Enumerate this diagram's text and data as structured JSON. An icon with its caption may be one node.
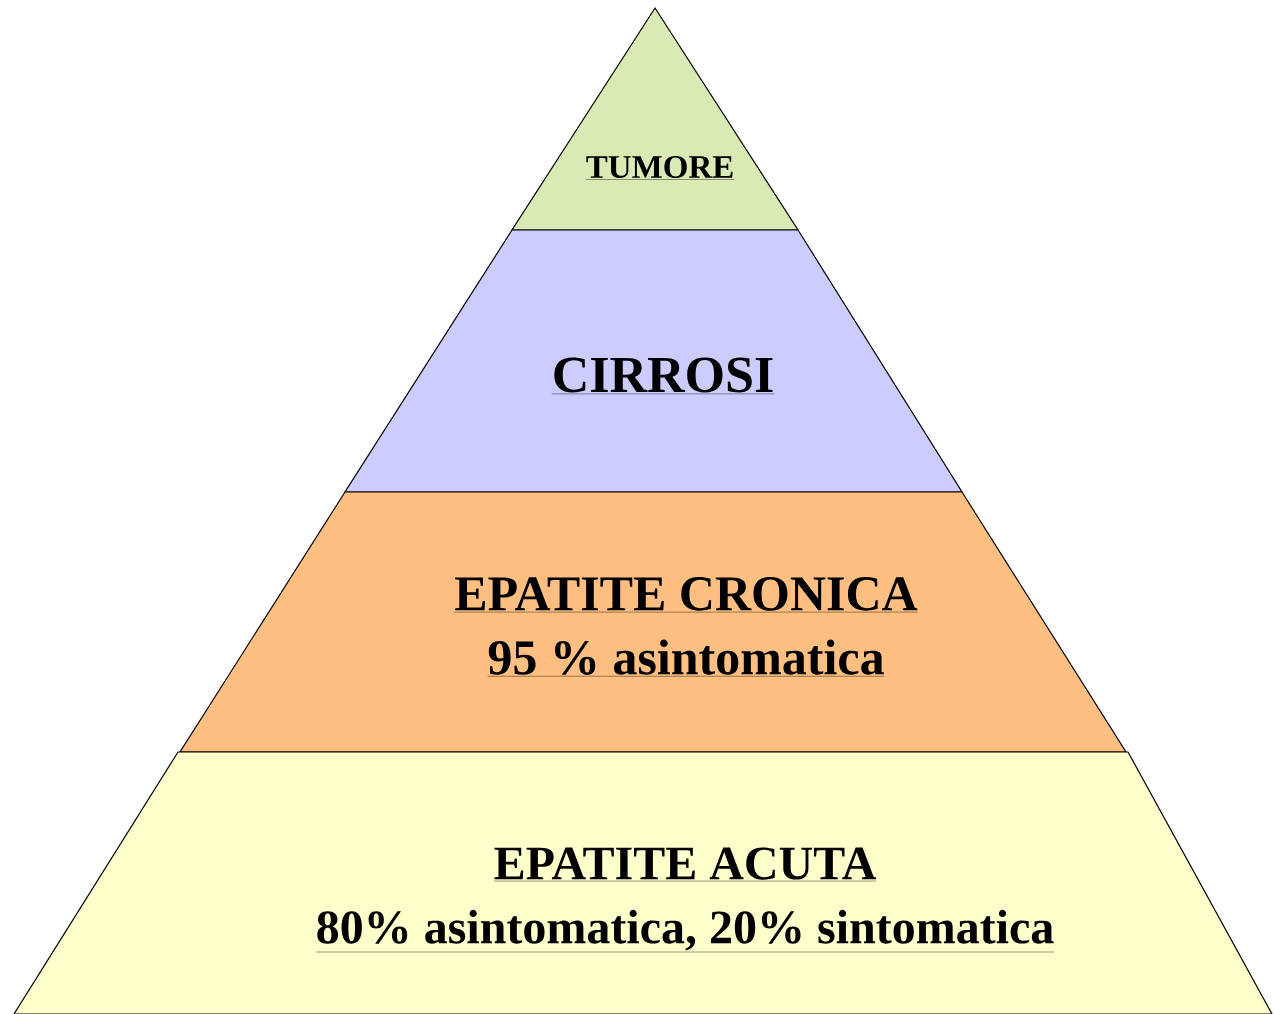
{
  "diagram": {
    "nodes": [
      {
        "text": [
          "TUMORE"
        ]
      },
      {
        "text": [
          "CIRROSI"
        ]
      },
      {
        "text": [
          "EPATITE CRONICA",
          "95 % asintomatica"
        ]
      },
      {
        "text": [
          "EPATITE ACUTA",
          "80% asintomatica, 20% sintomatica"
        ]
      }
    ]
  }
}
